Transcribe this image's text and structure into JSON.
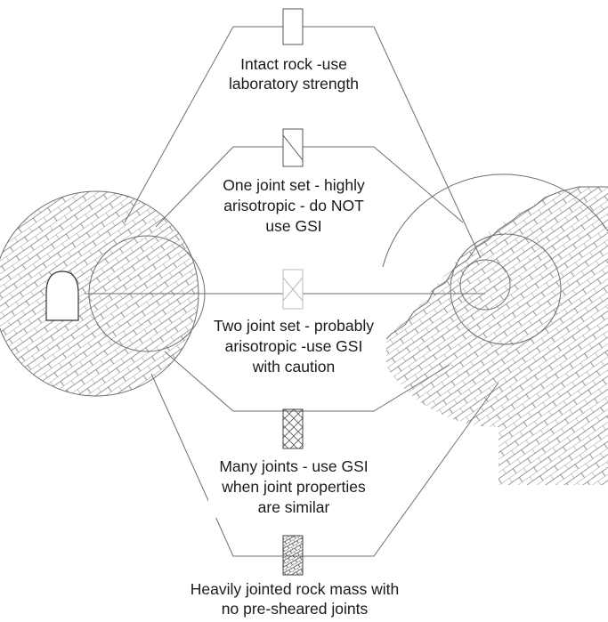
{
  "labels": {
    "intact_line1": "Intact rock -use",
    "intact_line2": "laboratory strength",
    "one_line1": "One joint set - highly",
    "one_line2": "arisotropic - do NOT",
    "one_line3": "use GSI",
    "two_line1": "Two joint set - probably",
    "two_line2": "arisotropic -use GSI",
    "two_line3": "with caution",
    "many_line1": "Many joints - use GSI",
    "many_line2": "when joint properties",
    "many_line3": "are similar",
    "heavy_line1": "Heavily jointed rock mass with",
    "heavy_line2": "no pre-sheared joints"
  },
  "colors": {
    "line": "#6e6e6e",
    "hatch": "#7a7a7a",
    "text": "#1a1a1a"
  },
  "icons": {
    "tunnel": "tunnel-opening-icon",
    "hatch": "jointed-rock-hatch"
  }
}
